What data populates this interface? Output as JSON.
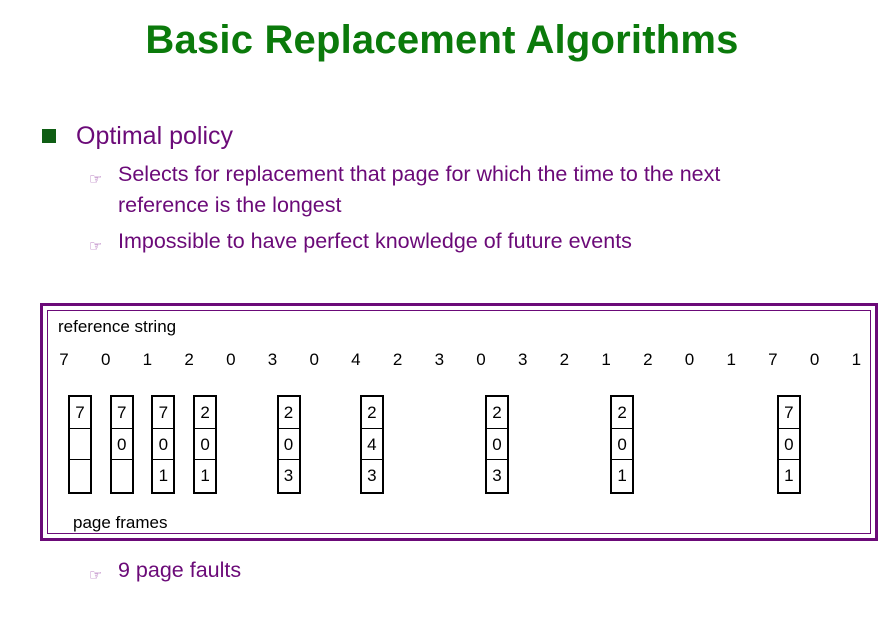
{
  "title": "Basic Replacement Algorithms",
  "bullet": "Optimal policy",
  "sub_bullets": [
    "Selects for replacement that page for which the time to the next",
    "reference is the longest",
    "Impossible to have perfect knowledge of future events"
  ],
  "diagram": {
    "ref_label": "reference string",
    "frames_label": "page frames",
    "reference_string": [
      "7",
      "0",
      "1",
      "2",
      "0",
      "3",
      "0",
      "4",
      "2",
      "3",
      "0",
      "3",
      "2",
      "1",
      "2",
      "0",
      "1",
      "7",
      "0",
      "1"
    ],
    "fault_frames": [
      {
        "ref_index": 0,
        "pages": [
          "7",
          "",
          ""
        ]
      },
      {
        "ref_index": 1,
        "pages": [
          "7",
          "0",
          ""
        ]
      },
      {
        "ref_index": 2,
        "pages": [
          "7",
          "0",
          "1"
        ]
      },
      {
        "ref_index": 3,
        "pages": [
          "2",
          "0",
          "1"
        ]
      },
      {
        "ref_index": 5,
        "pages": [
          "2",
          "0",
          "3"
        ]
      },
      {
        "ref_index": 7,
        "pages": [
          "2",
          "4",
          "3"
        ]
      },
      {
        "ref_index": 10,
        "pages": [
          "2",
          "0",
          "3"
        ]
      },
      {
        "ref_index": 13,
        "pages": [
          "2",
          "0",
          "1"
        ]
      },
      {
        "ref_index": 17,
        "pages": [
          "7",
          "0",
          "1"
        ]
      }
    ]
  },
  "result": "9 page faults",
  "icons": {
    "bullet": "square-bullet-icon",
    "sub_bullet": "pointing-hand-icon"
  },
  "colors": {
    "title": "#0b7a0b",
    "text": "#6b0a78",
    "bullet": "#0f5e14",
    "border": "#6b0a78"
  }
}
